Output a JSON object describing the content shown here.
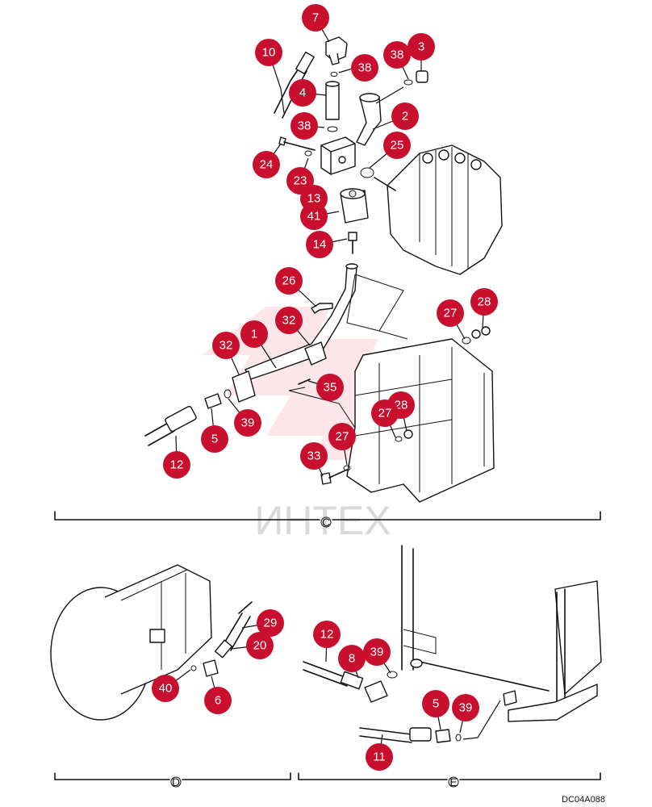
{
  "watermark": "ИНТЕХ",
  "drawing_code": "DC04A088",
  "sections": {
    "c": "C",
    "d": "D",
    "e": "E"
  },
  "colors": {
    "callout": "#c8102e",
    "callout_text": "#ffffff",
    "line": "#111111",
    "watermark": "#d0d0d0"
  },
  "callouts": {
    "c7": "7",
    "c10": "10",
    "c38a": "38",
    "c38b": "38",
    "c3": "3",
    "c4": "4",
    "c38c": "38",
    "c2": "2",
    "c24": "24",
    "c25": "25",
    "c23": "23",
    "c13": "13",
    "c41": "41",
    "c14": "14",
    "c26": "26",
    "c27a": "27",
    "c28a": "28",
    "c32a": "32",
    "c1": "1",
    "c32b": "32",
    "c35": "35",
    "c28b": "28",
    "c27b": "27",
    "c39a": "39",
    "c5a": "5",
    "c27c": "27",
    "c33": "33",
    "c12a": "12",
    "c29": "29",
    "c20": "20",
    "c40": "40",
    "c6": "6",
    "c12b": "12",
    "c8": "8",
    "c39b": "39",
    "c5b": "5",
    "c39c": "39",
    "c11": "11"
  }
}
